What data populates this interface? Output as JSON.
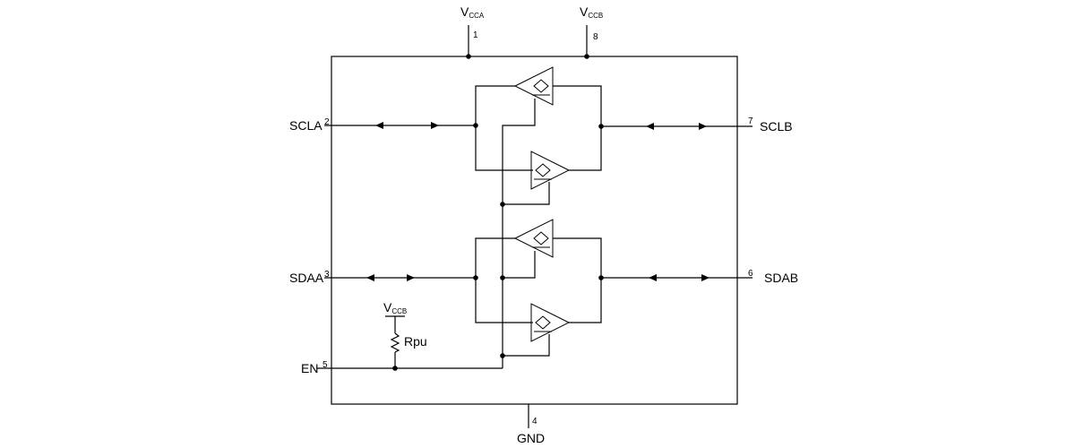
{
  "supplies": {
    "vcca": {
      "main": "V",
      "sub": "CCA",
      "pin": "1"
    },
    "vccb": {
      "main": "V",
      "sub": "CCB",
      "pin": "8"
    }
  },
  "ground": {
    "label": "GND",
    "pin": "4"
  },
  "ports": {
    "scla": {
      "label": "SCLA",
      "pin": "2"
    },
    "sdaa": {
      "label": "SDAA",
      "pin": "3"
    },
    "en": {
      "label": "EN",
      "pin": "5"
    },
    "sclb": {
      "label": "SCLB",
      "pin": "7"
    },
    "sdab": {
      "label": "SDAB",
      "pin": "6"
    }
  },
  "pullup": {
    "supply_main": "V",
    "supply_sub": "CCB",
    "label": "Rpu"
  }
}
